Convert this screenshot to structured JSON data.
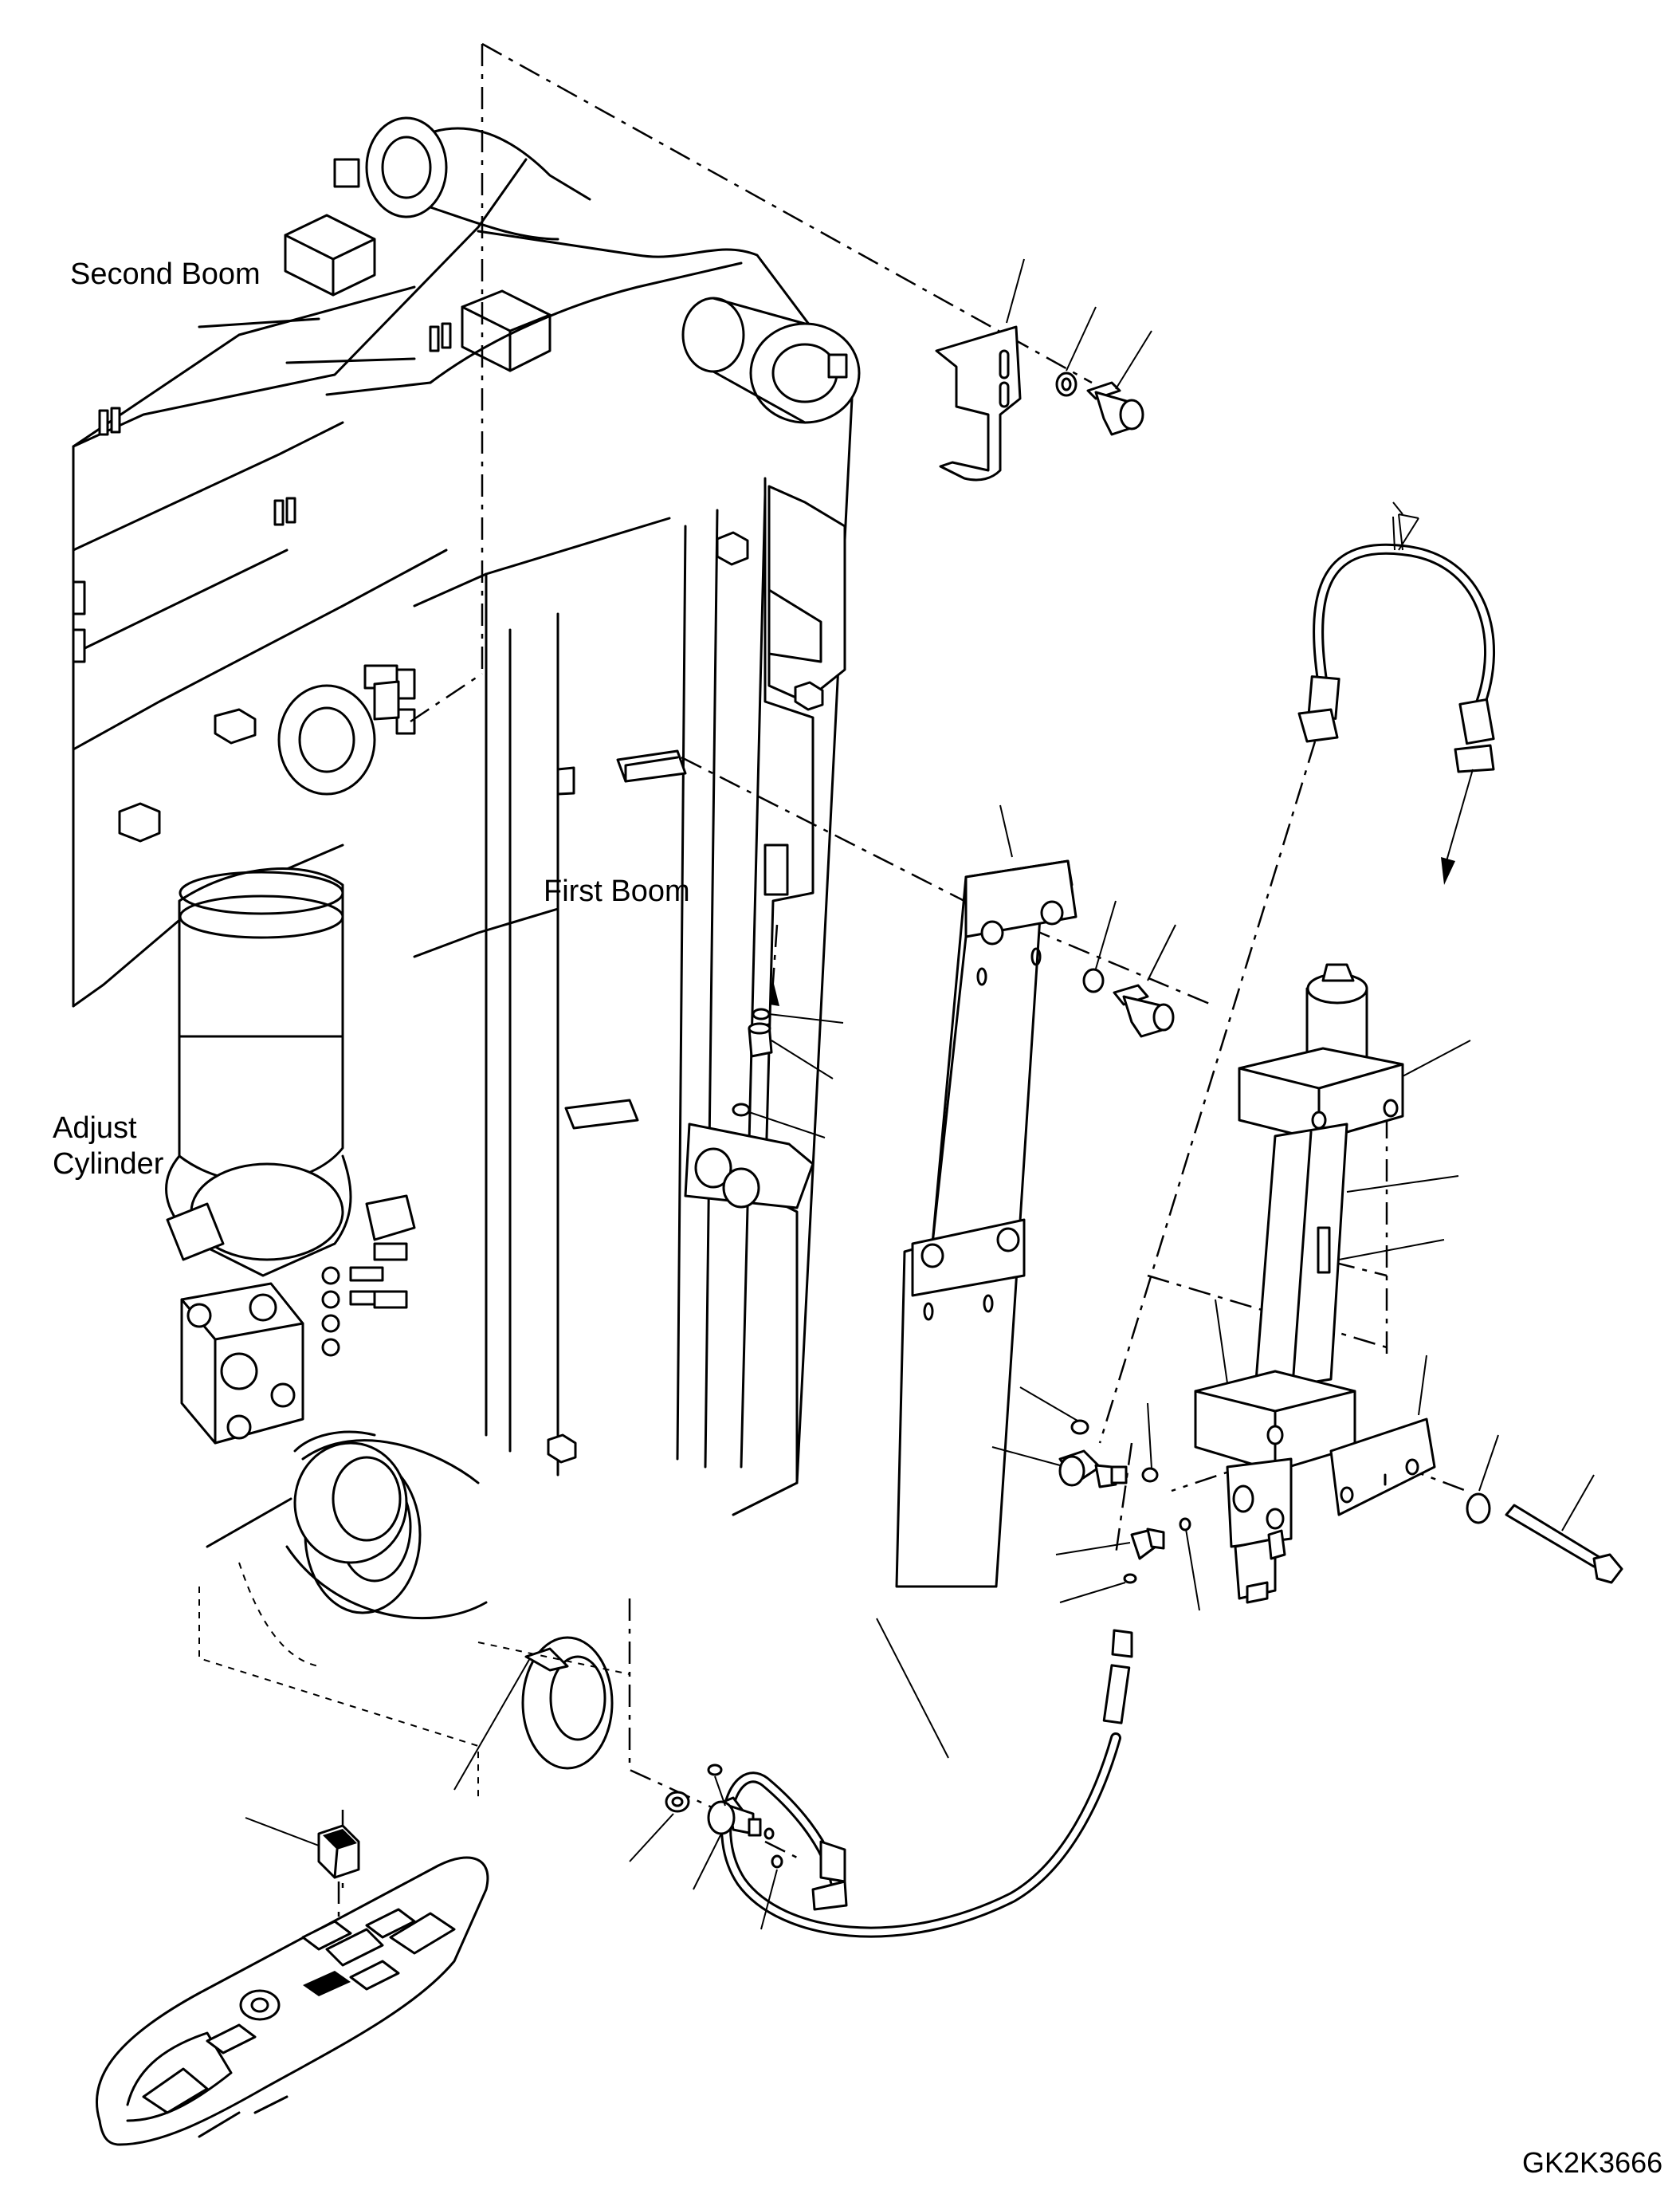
{
  "diagram": {
    "labels": {
      "second_boom": "Second Boom",
      "first_boom": "First Boom",
      "adjust_cylinder_line1": "Adjust",
      "adjust_cylinder_line2": "Cylinder"
    },
    "reference_code": "GK2K3666"
  },
  "colors": {
    "line": "#000000",
    "background": "#ffffff"
  },
  "icons": [
    "bracket-icon",
    "washer-icon",
    "bolt-icon",
    "hose-icon",
    "mounting-plate-icon",
    "cylinder-icon",
    "elbow-fitting-icon",
    "valve-fitting-icon",
    "o-ring-icon",
    "switch-icon",
    "control-console-icon"
  ]
}
